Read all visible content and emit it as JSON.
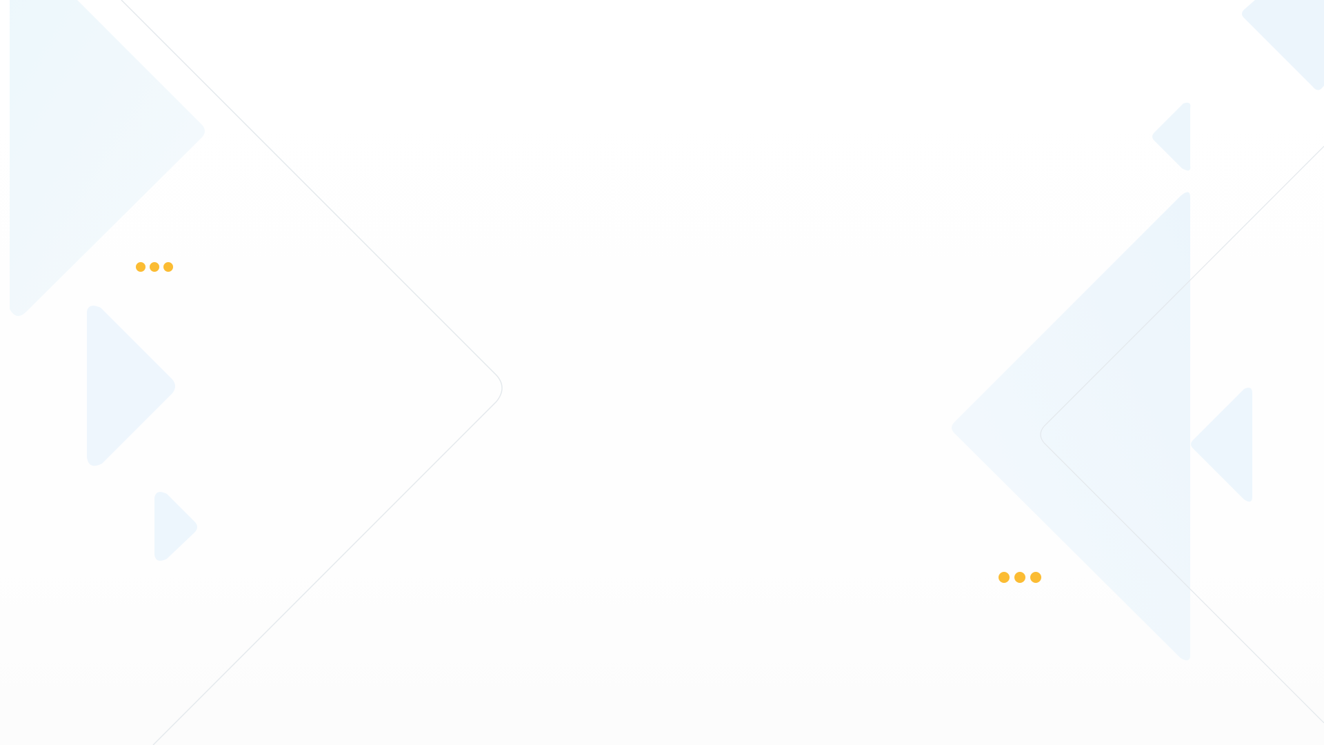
{
  "colors": {
    "background": "#ffffff",
    "shape_fill": "#e9f4fc",
    "outline_stroke": "#e3e8ec",
    "accent_dots": "#fbbc33"
  },
  "decorations": {
    "dot_groups": [
      {
        "name": "dots-left",
        "count": 3
      },
      {
        "name": "dots-right",
        "count": 3
      }
    ]
  }
}
